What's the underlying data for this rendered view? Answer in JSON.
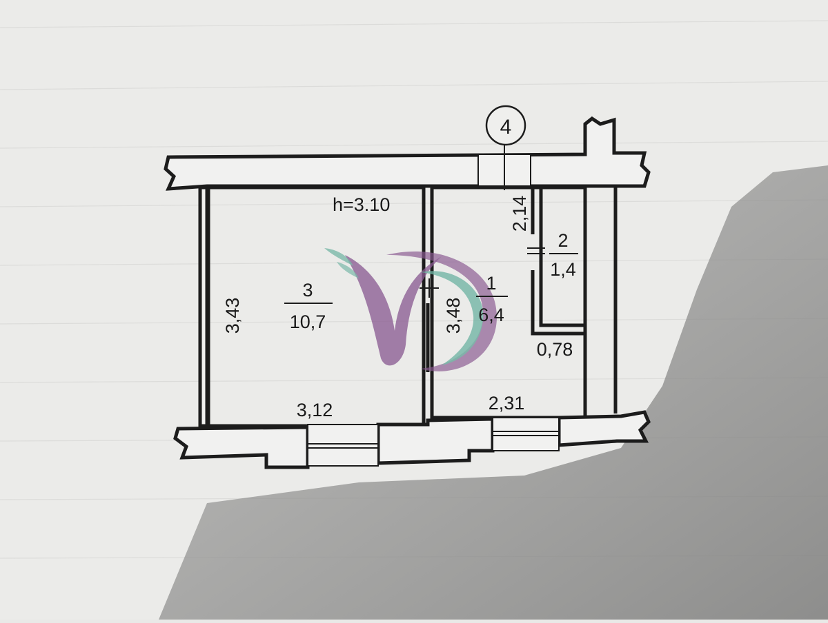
{
  "plan": {
    "ceiling_height": "h=3.10",
    "axis_marker": "4",
    "rooms": [
      {
        "number": "3",
        "area": "10,7"
      },
      {
        "number": "1",
        "area": "6,4"
      },
      {
        "number": "2",
        "area": "1,4"
      }
    ],
    "dimensions": {
      "room3_height": "3,43",
      "room3_width": "3,12",
      "room1_height": "3,48",
      "room1_width": "2,31",
      "closet_height": "2,14",
      "closet_width": "0,78"
    }
  },
  "colors": {
    "paper": "#e9e9e7",
    "shadow": "#8f8f8e",
    "line": "#1c1c1c",
    "logo_purple": "#8a5a92",
    "logo_teal": "#6fb3a2"
  }
}
